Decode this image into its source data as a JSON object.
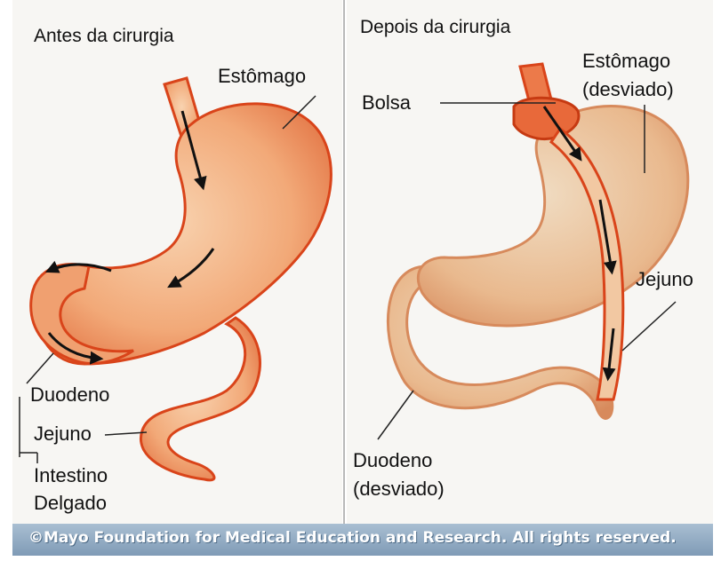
{
  "left": {
    "title": "Antes da cirurgia",
    "labels": {
      "estomago": "Estômago",
      "duodeno": "Duodeno",
      "jejuno": "Jejuno",
      "intestino": "Intestino",
      "delgado": "Delgado"
    }
  },
  "right": {
    "title": "Depois da cirurgia",
    "labels": {
      "estomago": "Estômago",
      "estomago_sub": "(desviado)",
      "bolsa": "Bolsa",
      "jejuno": "Jejuno",
      "duodeno": "Duodeno",
      "duodeno_sub": "(desviado)"
    }
  },
  "footer": {
    "copyright": "©Mayo Foundation for Medical Education and Research. All rights reserved."
  },
  "colors": {
    "stomach_fill": "#f3b07e",
    "stomach_edge": "#d9441a",
    "bypassed_fill": "#ecc9a2",
    "arrow": "#111111"
  }
}
